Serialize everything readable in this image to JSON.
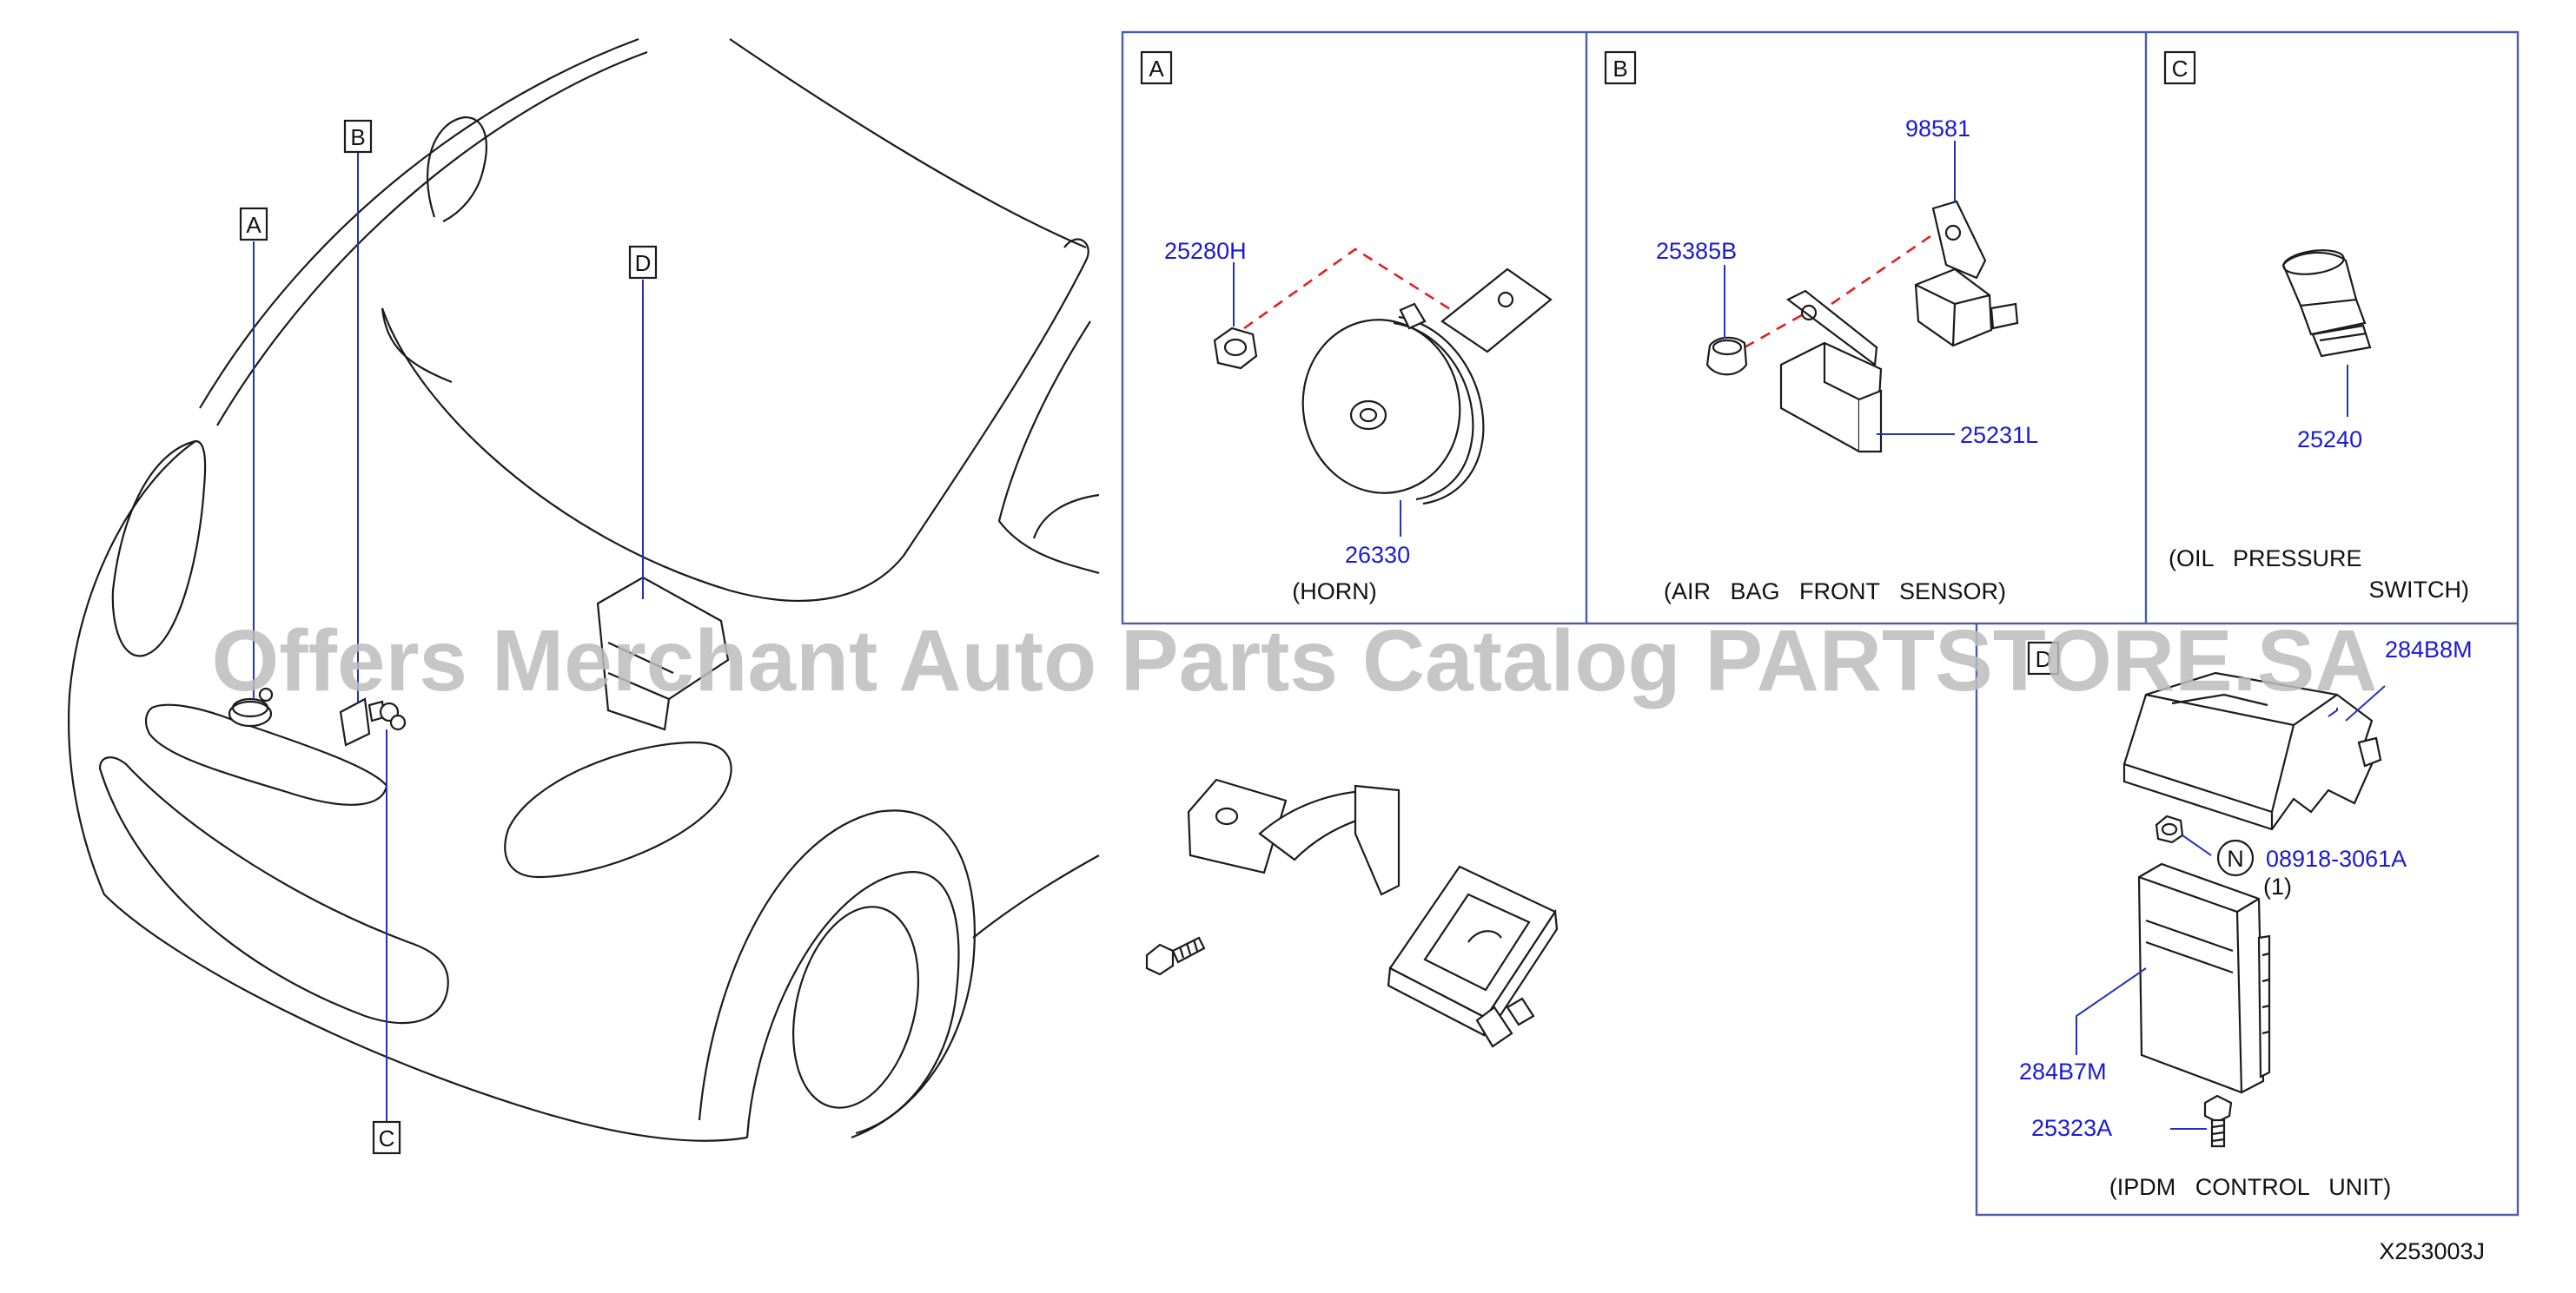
{
  "figure_id": "X253003J",
  "watermark": "Offers Merchant Auto Parts Catalog PARTSTORE.SA",
  "overview_callouts": {
    "a": "A",
    "b": "B",
    "c": "C",
    "d": "D"
  },
  "panels": {
    "a": {
      "letter": "A",
      "caption": "(HORN)",
      "parts": {
        "nut": "25280H",
        "horn": "26330"
      }
    },
    "b": {
      "letter": "B",
      "caption": "(AIR   BAG   FRONT   SENSOR)",
      "parts": {
        "sensor": "98581",
        "clip": "25385B",
        "bracket": "25231L"
      }
    },
    "c": {
      "letter": "C",
      "caption_line1": "(OIL   PRESSURE",
      "caption_line2": "SWITCH)",
      "parts": {
        "switch": "25240"
      }
    },
    "d": {
      "letter": "D",
      "caption": "(IPDM   CONTROL   UNIT)",
      "parts": {
        "cover": "284B8M",
        "nut": "08918-3061A",
        "nut_qty": "(1)",
        "nut_symbol": "N",
        "unit": "284B7M",
        "bolt": "25323A"
      }
    }
  },
  "colors": {
    "part_number": "#1a1ad6",
    "panel_frame": "#4a5fa8",
    "dashed_guide": "#e02020",
    "line_art": "#1b1b1b"
  }
}
